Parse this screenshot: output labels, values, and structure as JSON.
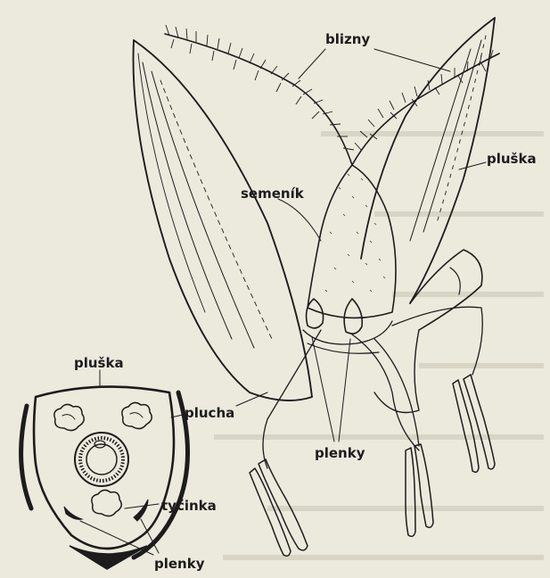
{
  "labels": {
    "blizny": "blizny",
    "pluska_top": "pluška",
    "semenik": "semeník",
    "plenky_main": "plenky",
    "pluska_left": "pluška",
    "plucha": "plucha",
    "tycinka": "tyčinka",
    "plenky_diagram": "plenky"
  },
  "colors": {
    "paper": "#ece9dd",
    "ink": "#1c1c1c"
  }
}
